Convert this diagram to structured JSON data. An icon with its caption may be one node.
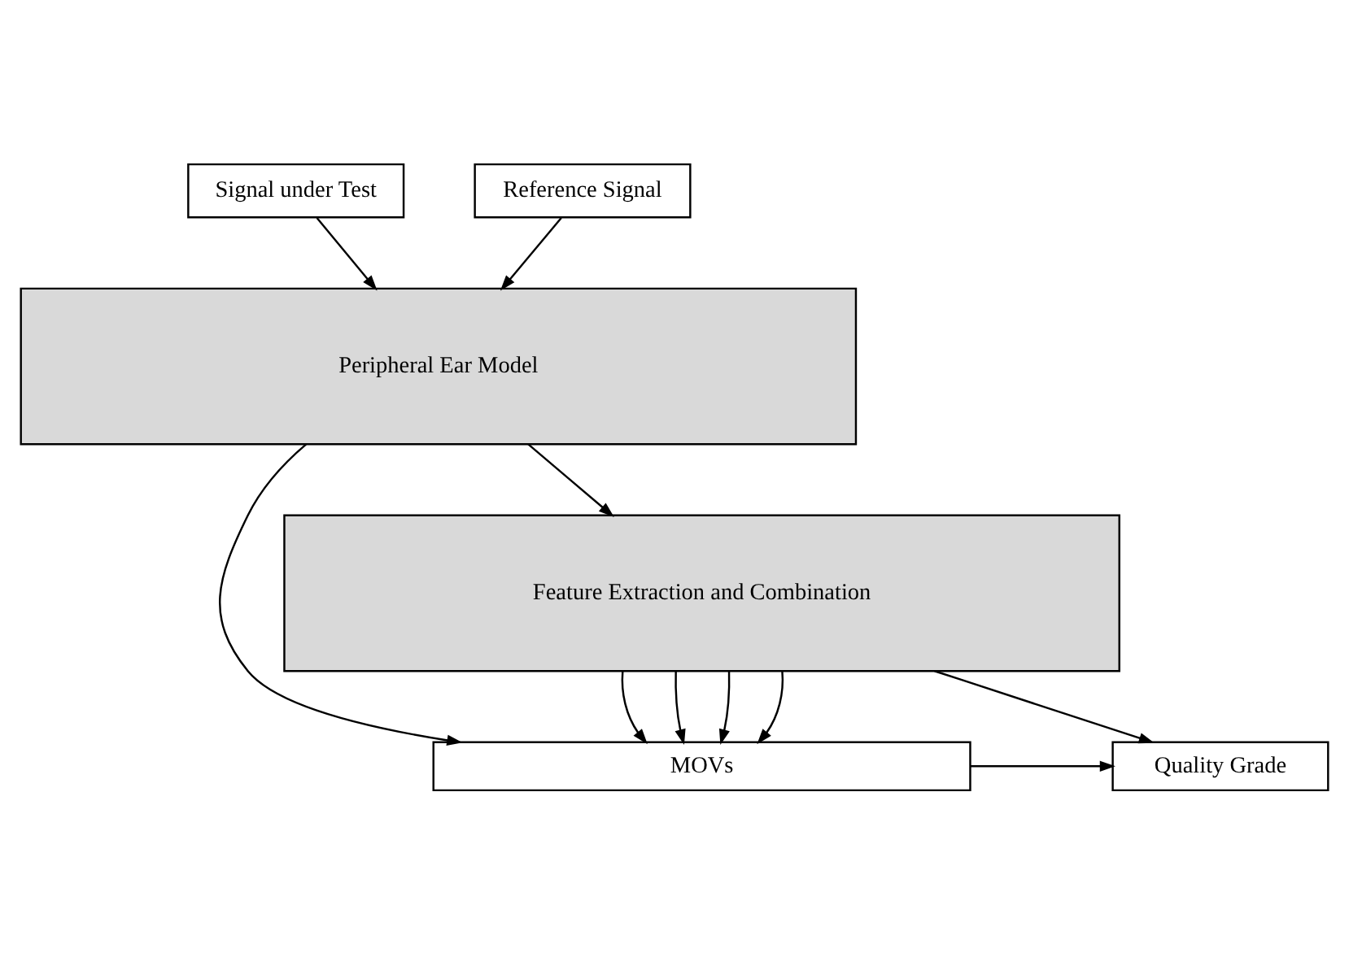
{
  "diagram": {
    "nodes": [
      {
        "text": [
          "Signal under Test"
        ]
      },
      {
        "text": [
          "Reference Signal"
        ]
      },
      {
        "text": [
          "Peripheral Ear Model"
        ]
      },
      {
        "text": [
          "Feature Extraction and Combination"
        ]
      },
      {
        "text": [
          "MOVs"
        ]
      },
      {
        "text": [
          "Quality Grade"
        ]
      }
    ],
    "edges": [
      {
        "from": 0,
        "to": 2,
        "arrow": "to"
      },
      {
        "from": 1,
        "to": 2,
        "arrow": "to"
      },
      {
        "from": 2,
        "to": 3,
        "arrow": "to"
      },
      {
        "from": 2,
        "to": 4,
        "arrow": "to"
      },
      {
        "from": 3,
        "to": 4,
        "arrow": "to"
      },
      {
        "from": 3,
        "to": 4,
        "arrow": "to"
      },
      {
        "from": 3,
        "to": 4,
        "arrow": "to"
      },
      {
        "from": 3,
        "to": 4,
        "arrow": "to"
      },
      {
        "from": 3,
        "to": 5,
        "arrow": "to"
      },
      {
        "from": 4,
        "to": 5,
        "arrow": "to"
      }
    ]
  }
}
